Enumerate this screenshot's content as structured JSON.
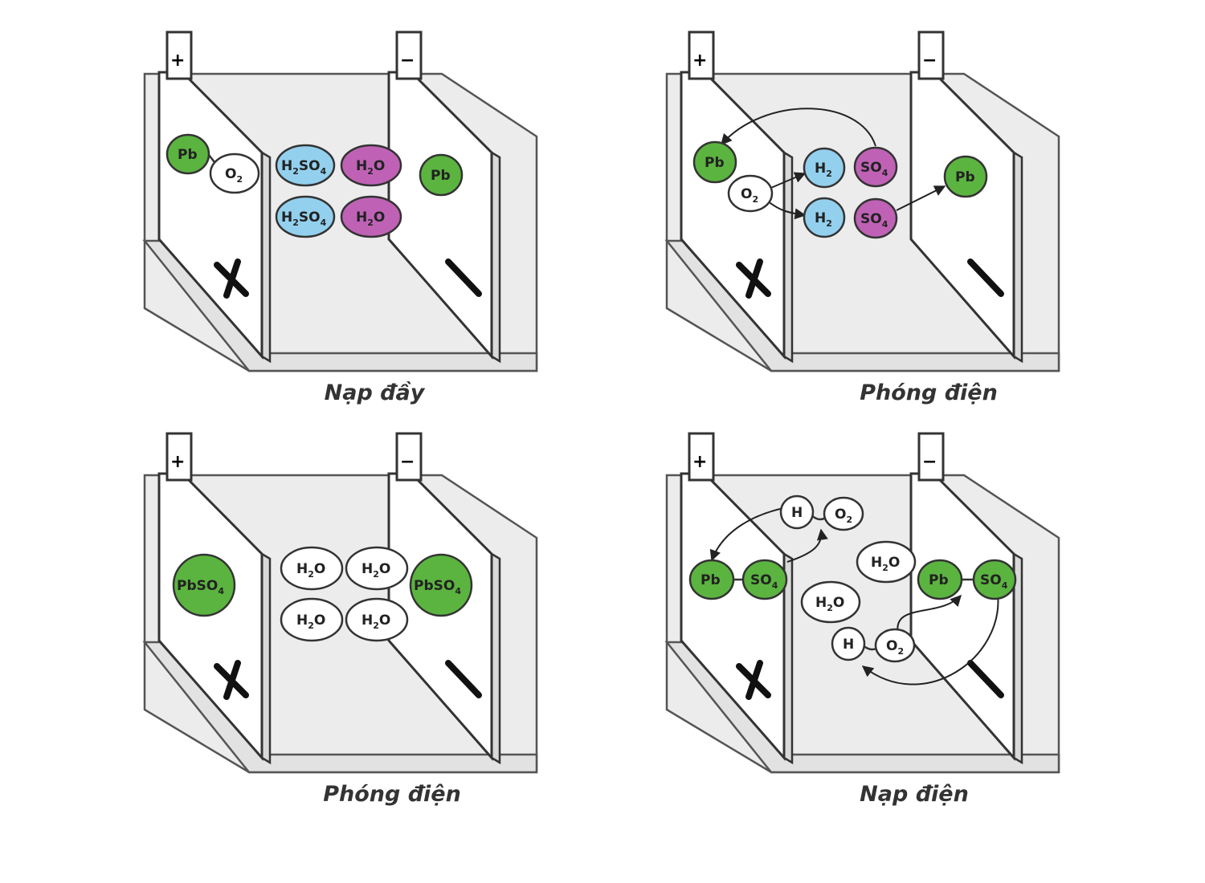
{
  "colors": {
    "pb": "#5bb43f",
    "acid": "#93d0ee",
    "water_pink": "#bf62b5",
    "white": "#ffffff"
  },
  "panels": [
    {
      "caption": "Nạp đầy",
      "plus_terminal": "+",
      "minus_terminal": "−"
    },
    {
      "caption": "Phóng điện",
      "plus_terminal": "+",
      "minus_terminal": "−"
    },
    {
      "caption": "Phóng điện",
      "plus_terminal": "+",
      "minus_terminal": "−"
    },
    {
      "caption": "Nạp điện",
      "plus_terminal": "+",
      "minus_terminal": "−"
    }
  ],
  "labels": {
    "pb": "Pb",
    "o2": "O2",
    "h2so4": "H2SO4",
    "h2o": "H2O",
    "h2": "H2",
    "so4": "SO4",
    "pbso4": "PbSO4",
    "h": "H"
  }
}
